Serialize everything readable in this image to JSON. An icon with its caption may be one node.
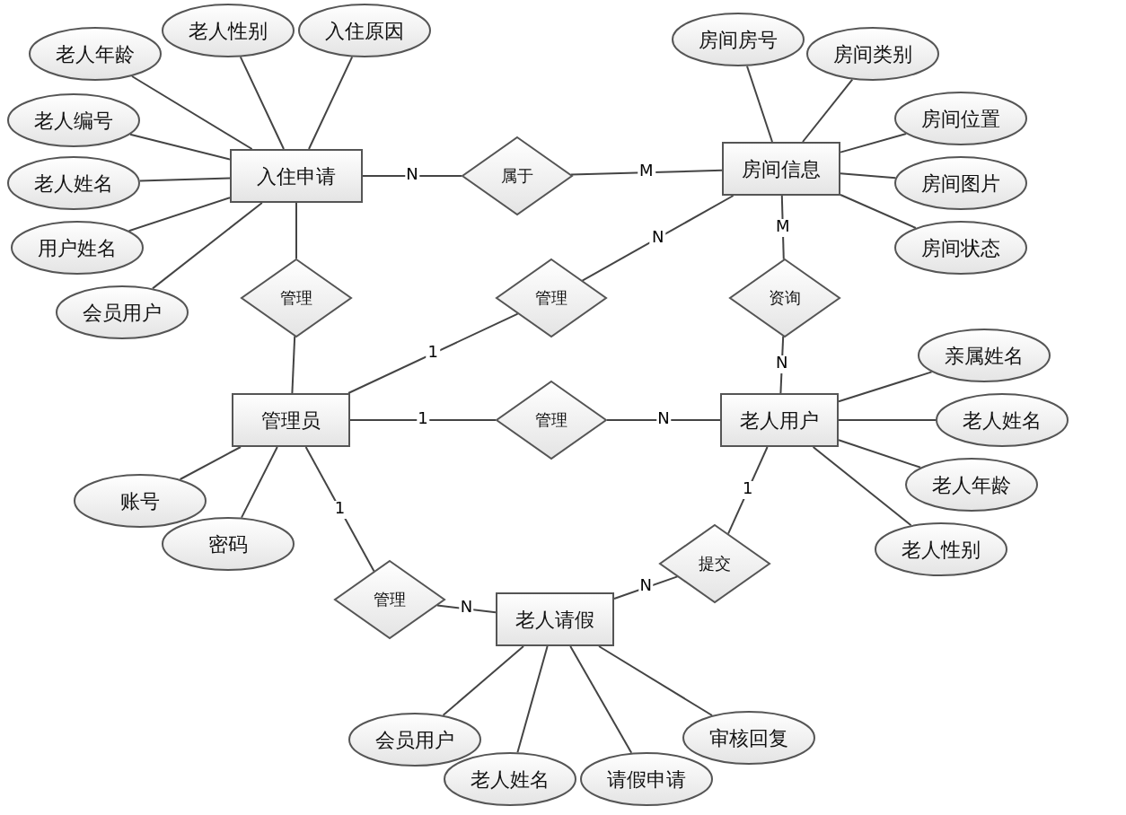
{
  "diagram": {
    "nodes": [
      {
        "text": [
          "入住申请"
        ]
      },
      {
        "text": [
          "房间信息"
        ]
      },
      {
        "text": [
          "管理员"
        ]
      },
      {
        "text": [
          "老人用户"
        ]
      },
      {
        "text": [
          "老人请假"
        ]
      },
      {
        "text": [
          "属于"
        ]
      },
      {
        "text": [
          "管理"
        ]
      },
      {
        "text": [
          "管理"
        ]
      },
      {
        "text": [
          "资询"
        ]
      },
      {
        "text": [
          "管理"
        ]
      },
      {
        "text": [
          "管理"
        ]
      },
      {
        "text": [
          "提交"
        ]
      },
      {
        "text": [
          "老人年龄"
        ]
      },
      {
        "text": [
          "老人性别"
        ]
      },
      {
        "text": [
          "入住原因"
        ]
      },
      {
        "text": [
          "老人编号"
        ]
      },
      {
        "text": [
          "老人姓名"
        ]
      },
      {
        "text": [
          "用户姓名"
        ]
      },
      {
        "text": [
          "会员用户"
        ]
      },
      {
        "text": [
          "房间房号"
        ]
      },
      {
        "text": [
          "房间类别"
        ]
      },
      {
        "text": [
          "房间位置"
        ]
      },
      {
        "text": [
          "房间图片"
        ]
      },
      {
        "text": [
          "房间状态"
        ]
      },
      {
        "text": [
          "亲属姓名"
        ]
      },
      {
        "text": [
          "老人姓名"
        ]
      },
      {
        "text": [
          "老人年龄"
        ]
      },
      {
        "text": [
          "老人性别"
        ]
      },
      {
        "text": [
          "账号"
        ]
      },
      {
        "text": [
          "密码"
        ]
      },
      {
        "text": [
          "会员用户"
        ]
      },
      {
        "text": [
          "老人姓名"
        ]
      },
      {
        "text": [
          "请假申请"
        ]
      },
      {
        "text": [
          "审核回复"
        ]
      }
    ],
    "edges": [
      {
        "from": 0,
        "to": 5,
        "arrow": "none",
        "label": "N"
      },
      {
        "from": 5,
        "to": 1,
        "arrow": "none",
        "label": "M"
      },
      {
        "from": 0,
        "to": 6,
        "arrow": "none"
      },
      {
        "from": 6,
        "to": 2,
        "arrow": "none"
      },
      {
        "from": 2,
        "to": 7,
        "arrow": "none",
        "label": "1"
      },
      {
        "from": 7,
        "to": 1,
        "arrow": "none",
        "label": "N"
      },
      {
        "from": 1,
        "to": 8,
        "arrow": "none",
        "label": "M"
      },
      {
        "from": 8,
        "to": 3,
        "arrow": "none",
        "label": "N"
      },
      {
        "from": 2,
        "to": 9,
        "arrow": "none",
        "label": "1"
      },
      {
        "from": 9,
        "to": 3,
        "arrow": "none",
        "label": "N"
      },
      {
        "from": 2,
        "to": 10,
        "arrow": "none",
        "label": "1"
      },
      {
        "from": 10,
        "to": 4,
        "arrow": "none",
        "label": "N"
      },
      {
        "from": 4,
        "to": 11,
        "arrow": "none",
        "label": "N"
      },
      {
        "from": 11,
        "to": 3,
        "arrow": "none",
        "label": "1"
      },
      {
        "from": 0,
        "to": 12,
        "arrow": "none"
      },
      {
        "from": 0,
        "to": 13,
        "arrow": "none"
      },
      {
        "from": 0,
        "to": 14,
        "arrow": "none"
      },
      {
        "from": 0,
        "to": 15,
        "arrow": "none"
      },
      {
        "from": 0,
        "to": 16,
        "arrow": "none"
      },
      {
        "from": 0,
        "to": 17,
        "arrow": "none"
      },
      {
        "from": 0,
        "to": 18,
        "arrow": "none"
      },
      {
        "from": 1,
        "to": 19,
        "arrow": "none"
      },
      {
        "from": 1,
        "to": 20,
        "arrow": "none"
      },
      {
        "from": 1,
        "to": 21,
        "arrow": "none"
      },
      {
        "from": 1,
        "to": 22,
        "arrow": "none"
      },
      {
        "from": 1,
        "to": 23,
        "arrow": "none"
      },
      {
        "from": 3,
        "to": 24,
        "arrow": "none"
      },
      {
        "from": 3,
        "to": 25,
        "arrow": "none"
      },
      {
        "from": 3,
        "to": 26,
        "arrow": "none"
      },
      {
        "from": 3,
        "to": 27,
        "arrow": "none"
      },
      {
        "from": 2,
        "to": 28,
        "arrow": "none"
      },
      {
        "from": 2,
        "to": 29,
        "arrow": "none"
      },
      {
        "from": 4,
        "to": 30,
        "arrow": "none"
      },
      {
        "from": 4,
        "to": 31,
        "arrow": "none"
      },
      {
        "from": 4,
        "to": 32,
        "arrow": "none"
      },
      {
        "from": 4,
        "to": 33,
        "arrow": "none"
      }
    ]
  }
}
